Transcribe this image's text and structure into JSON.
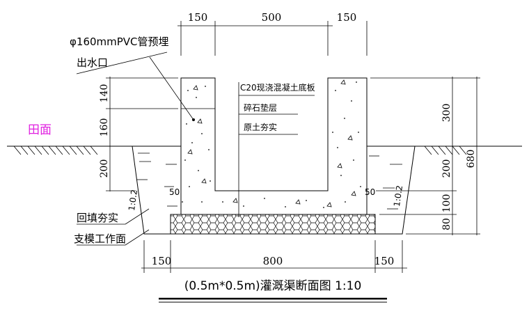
{
  "colors": {
    "ground_label": "#e020e0",
    "line": "#000000"
  },
  "dims_top": [
    "150",
    "500",
    "150"
  ],
  "dims_bottom": [
    "150",
    "800",
    "150"
  ],
  "dims_left": [
    "140",
    "160",
    "200"
  ],
  "dims_right": [
    "300",
    "200",
    "100",
    "80"
  ],
  "dim_total_right": "680",
  "slope_left": "1:0.2",
  "slope_right": "1:0.2",
  "dim_50_left": "50",
  "dim_50_right": "50",
  "labels": {
    "pipe": "φ160mmPVC管预埋",
    "outlet": "出水口",
    "ground": "田面",
    "concrete": "C20现浇混凝土底板",
    "gravel": "碎石垫层",
    "compact": "原土夯实",
    "backfill": "回填夯实",
    "formwork": "支模工作面"
  },
  "title": "(0.5m*0.5m)灌溉渠断面图 1:10"
}
